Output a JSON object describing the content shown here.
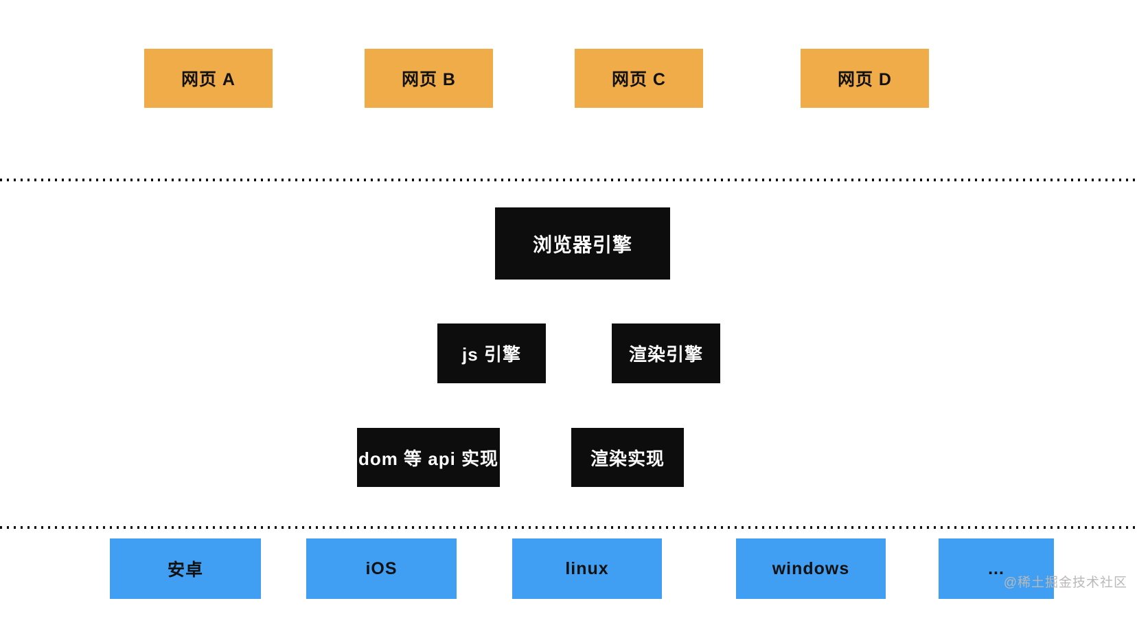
{
  "diagram": {
    "webpages": [
      {
        "label": "网页 A"
      },
      {
        "label": "网页 B"
      },
      {
        "label": "网页 C"
      },
      {
        "label": "网页 D"
      }
    ],
    "browser_engine": {
      "label": "浏览器引擎"
    },
    "engines": [
      {
        "label": "js 引擎"
      },
      {
        "label": "渲染引擎"
      }
    ],
    "implementations": [
      {
        "label": "dom 等 api 实现"
      },
      {
        "label": "渲染实现"
      }
    ],
    "platforms": [
      {
        "label": "安卓"
      },
      {
        "label": "iOS"
      },
      {
        "label": "linux"
      },
      {
        "label": "windows"
      },
      {
        "label": "..."
      }
    ],
    "watermark": "@稀土掘金技术社区",
    "colors": {
      "webpage_box": "#f0ac49",
      "engine_box": "#0d0d0d",
      "engine_text": "#ffffff",
      "platform_box": "#409ff2",
      "box_text": "#111111",
      "background": "#ffffff",
      "dotted_line": "#111111",
      "watermark_text": "#b9b9b9"
    }
  }
}
